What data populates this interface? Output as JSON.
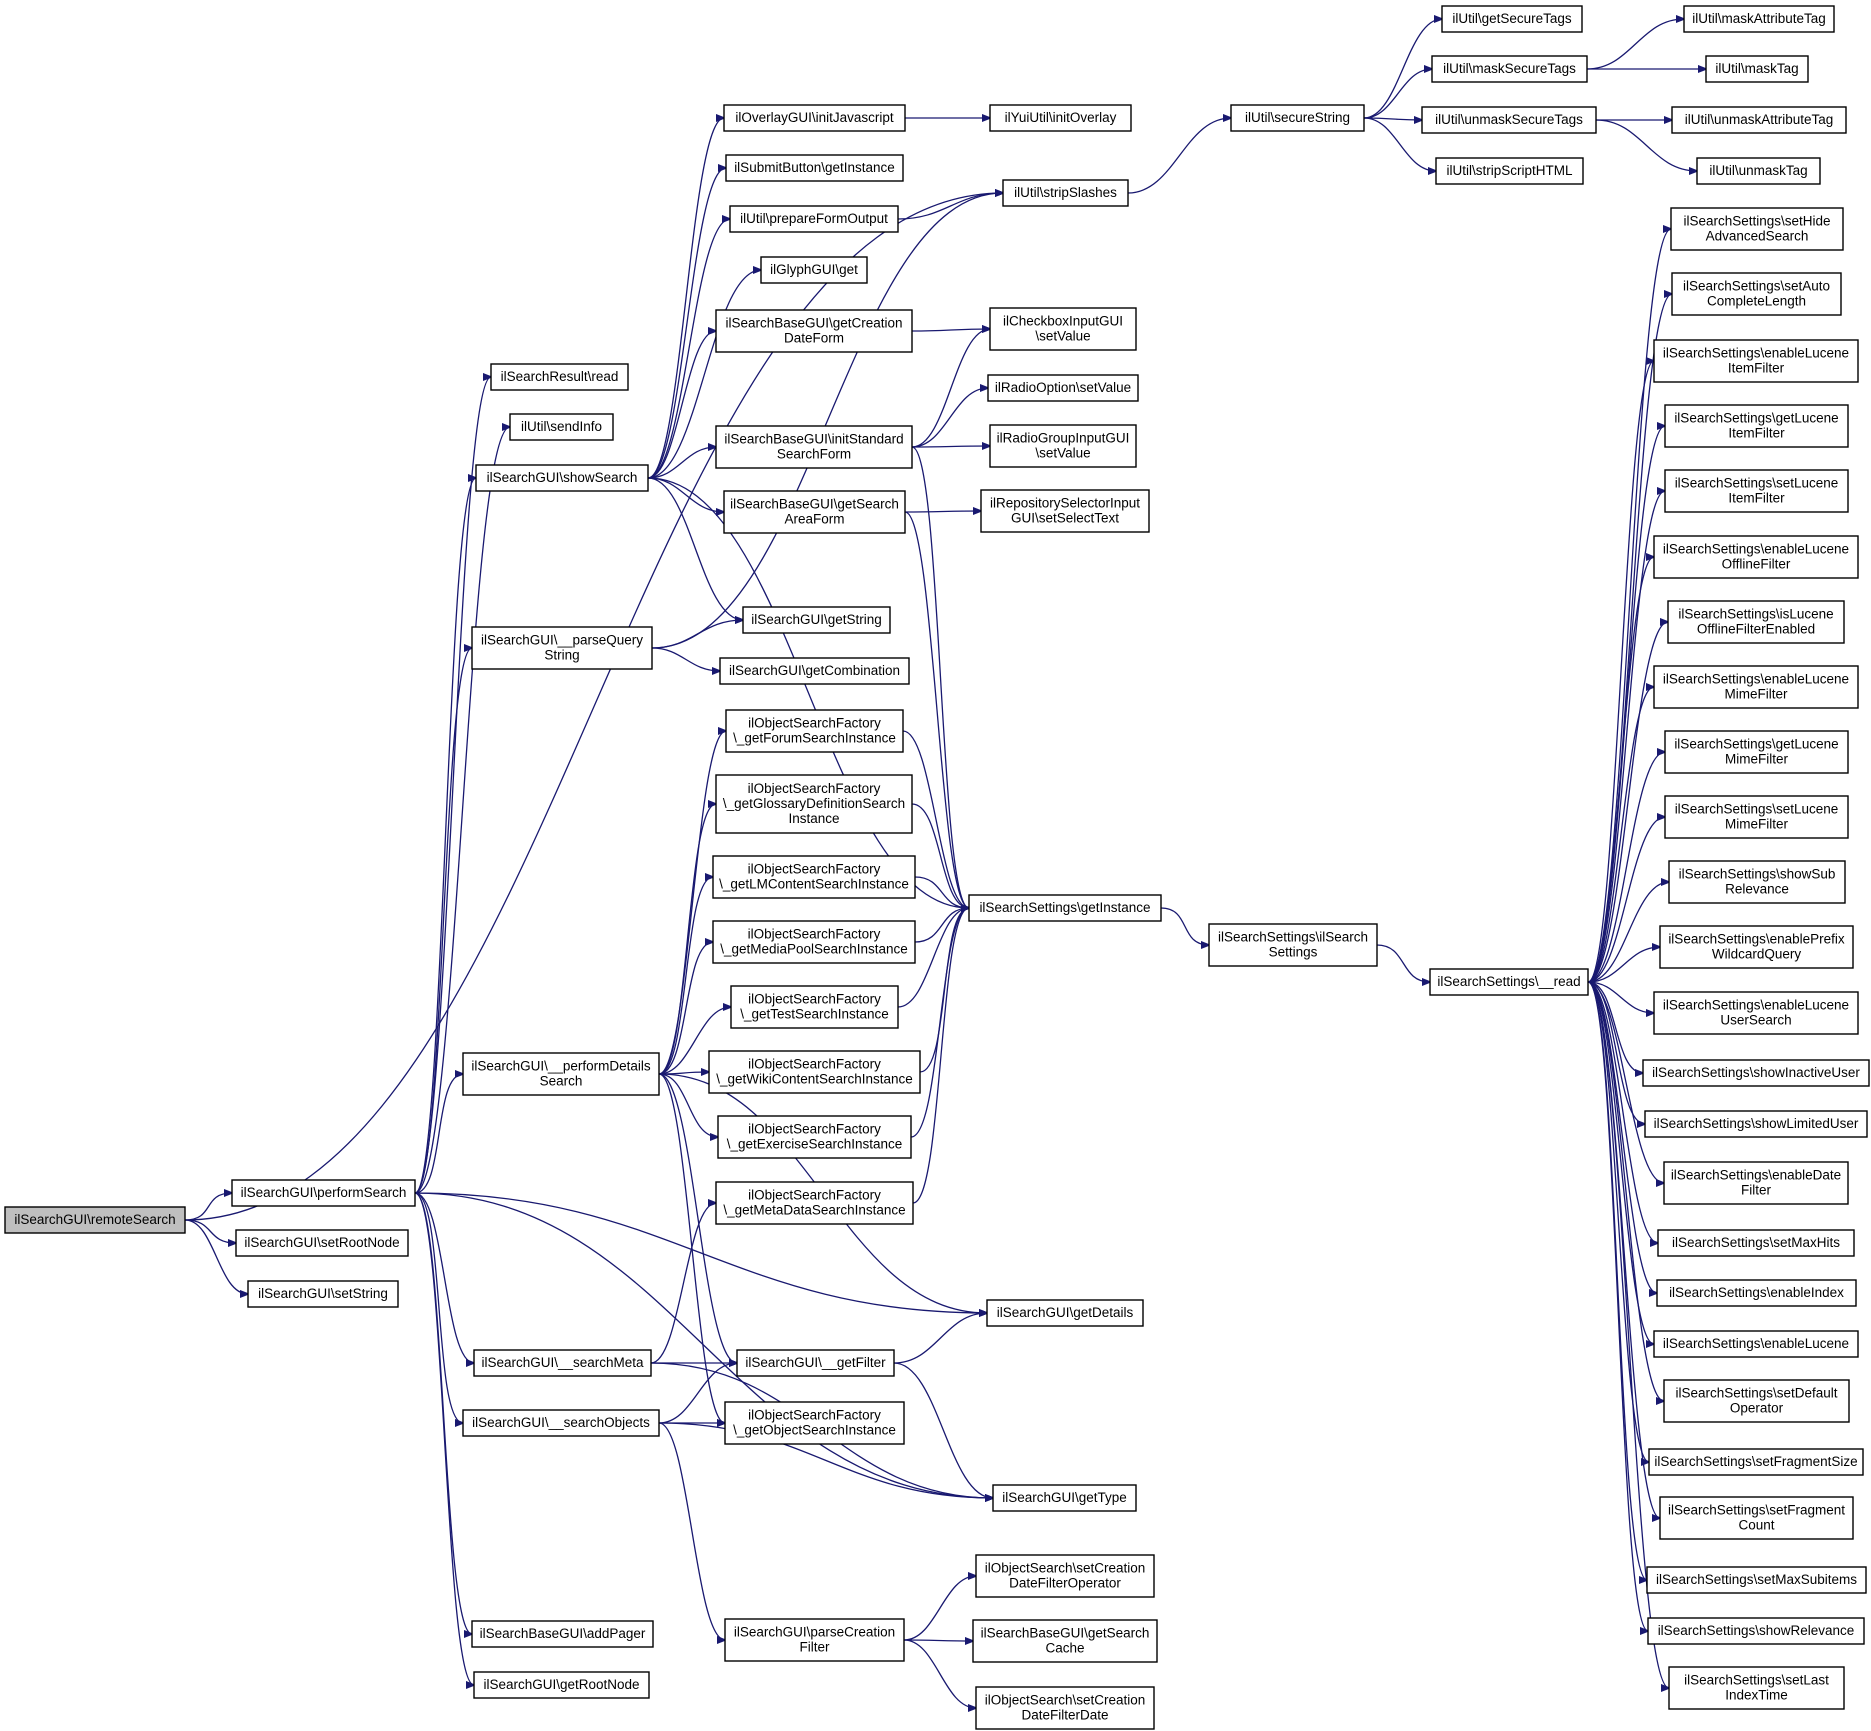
{
  "graph": {
    "nodes": [
      {
        "id": "remoteSearch",
        "lines": [
          "ilSearchGUI\\remoteSearch"
        ],
        "root": true
      },
      {
        "id": "performSearch",
        "lines": [
          "ilSearchGUI\\performSearch"
        ]
      },
      {
        "id": "setRootNode",
        "lines": [
          "ilSearchGUI\\setRootNode"
        ]
      },
      {
        "id": "setString",
        "lines": [
          "ilSearchGUI\\setString"
        ]
      },
      {
        "id": "searchResultRead",
        "lines": [
          "ilSearchResult\\read"
        ]
      },
      {
        "id": "sendInfo",
        "lines": [
          "ilUtil\\sendInfo"
        ]
      },
      {
        "id": "showSearch",
        "lines": [
          "ilSearchGUI\\showSearch"
        ]
      },
      {
        "id": "parseQueryString",
        "lines": [
          "ilSearchGUI\\__parseQuery",
          "String"
        ]
      },
      {
        "id": "performDetailsSearch",
        "lines": [
          "ilSearchGUI\\__performDetails",
          "Search"
        ]
      },
      {
        "id": "searchMeta",
        "lines": [
          "ilSearchGUI\\__searchMeta"
        ]
      },
      {
        "id": "searchObjects",
        "lines": [
          "ilSearchGUI\\__searchObjects"
        ]
      },
      {
        "id": "addPager",
        "lines": [
          "ilSearchBaseGUI\\addPager"
        ]
      },
      {
        "id": "getRootNode",
        "lines": [
          "ilSearchGUI\\getRootNode"
        ]
      },
      {
        "id": "initJavascript",
        "lines": [
          "ilOverlayGUI\\initJavascript"
        ]
      },
      {
        "id": "submitButton",
        "lines": [
          "ilSubmitButton\\getInstance"
        ]
      },
      {
        "id": "prepareFormOutput",
        "lines": [
          "ilUtil\\prepareFormOutput"
        ]
      },
      {
        "id": "glyphGet",
        "lines": [
          "ilGlyphGUI\\get"
        ]
      },
      {
        "id": "getCreationDateForm",
        "lines": [
          "ilSearchBaseGUI\\getCreation",
          "DateForm"
        ]
      },
      {
        "id": "initStandardSearchForm",
        "lines": [
          "ilSearchBaseGUI\\initStandard",
          "SearchForm"
        ]
      },
      {
        "id": "getSearchAreaForm",
        "lines": [
          "ilSearchBaseGUI\\getSearch",
          "AreaForm"
        ]
      },
      {
        "id": "getStringNode",
        "lines": [
          "ilSearchGUI\\getString"
        ]
      },
      {
        "id": "getCombination",
        "lines": [
          "ilSearchGUI\\getCombination"
        ]
      },
      {
        "id": "forumFactory",
        "lines": [
          "ilObjectSearchFactory",
          "\\_getForumSearchInstance"
        ]
      },
      {
        "id": "glossaryFactory",
        "lines": [
          "ilObjectSearchFactory",
          "\\_getGlossaryDefinitionSearch",
          "Instance"
        ]
      },
      {
        "id": "lmFactory",
        "lines": [
          "ilObjectSearchFactory",
          "\\_getLMContentSearchInstance"
        ]
      },
      {
        "id": "mediaPoolFactory",
        "lines": [
          "ilObjectSearchFactory",
          "\\_getMediaPoolSearchInstance"
        ]
      },
      {
        "id": "testFactory",
        "lines": [
          "ilObjectSearchFactory",
          "\\_getTestSearchInstance"
        ]
      },
      {
        "id": "wikiFactory",
        "lines": [
          "ilObjectSearchFactory",
          "\\_getWikiContentSearchInstance"
        ]
      },
      {
        "id": "exerciseFactory",
        "lines": [
          "ilObjectSearchFactory",
          "\\_getExerciseSearchInstance"
        ]
      },
      {
        "id": "metaDataFactory",
        "lines": [
          "ilObjectSearchFactory",
          "\\_getMetaDataSearchInstance"
        ]
      },
      {
        "id": "getFilter",
        "lines": [
          "ilSearchGUI\\__getFilter"
        ]
      },
      {
        "id": "objectFactory",
        "lines": [
          "ilObjectSearchFactory",
          "\\_getObjectSearchInstance"
        ]
      },
      {
        "id": "parseCreationFilter",
        "lines": [
          "ilSearchGUI\\parseCreation",
          "Filter"
        ]
      },
      {
        "id": "initOverlay",
        "lines": [
          "ilYuiUtil\\initOverlay"
        ]
      },
      {
        "id": "stripSlashes",
        "lines": [
          "ilUtil\\stripSlashes"
        ]
      },
      {
        "id": "checkboxSetValue",
        "lines": [
          "ilCheckboxInputGUI",
          "\\setValue"
        ]
      },
      {
        "id": "radioOptionSetValue",
        "lines": [
          "ilRadioOption\\setValue"
        ]
      },
      {
        "id": "radioGroupSetValue",
        "lines": [
          "ilRadioGroupInputGUI",
          "\\setValue"
        ]
      },
      {
        "id": "repoSelector",
        "lines": [
          "ilRepositorySelectorInput",
          "GUI\\setSelectText"
        ]
      },
      {
        "id": "settingsGetInstance",
        "lines": [
          "ilSearchSettings\\getInstance"
        ]
      },
      {
        "id": "getDetails",
        "lines": [
          "ilSearchGUI\\getDetails"
        ]
      },
      {
        "id": "getType",
        "lines": [
          "ilSearchGUI\\getType"
        ]
      },
      {
        "id": "setCreationDateFilterOperator",
        "lines": [
          "ilObjectSearch\\setCreation",
          "DateFilterOperator"
        ]
      },
      {
        "id": "getSearchCache",
        "lines": [
          "ilSearchBaseGUI\\getSearch",
          "Cache"
        ]
      },
      {
        "id": "setCreationDateFilterDate",
        "lines": [
          "ilObjectSearch\\setCreation",
          "DateFilterDate"
        ]
      },
      {
        "id": "secureString",
        "lines": [
          "ilUtil\\secureString"
        ]
      },
      {
        "id": "ilSearchSettingsCtor",
        "lines": [
          "ilSearchSettings\\ilSearch",
          "Settings"
        ]
      },
      {
        "id": "getSecureTags",
        "lines": [
          "ilUtil\\getSecureTags"
        ]
      },
      {
        "id": "maskSecureTags",
        "lines": [
          "ilUtil\\maskSecureTags"
        ]
      },
      {
        "id": "unmaskSecureTags",
        "lines": [
          "ilUtil\\unmaskSecureTags"
        ]
      },
      {
        "id": "stripScriptHTML",
        "lines": [
          "ilUtil\\stripScriptHTML"
        ]
      },
      {
        "id": "settingsRead",
        "lines": [
          "ilSearchSettings\\__read"
        ]
      },
      {
        "id": "maskAttributeTag",
        "lines": [
          "ilUtil\\maskAttributeTag"
        ]
      },
      {
        "id": "maskTag",
        "lines": [
          "ilUtil\\maskTag"
        ]
      },
      {
        "id": "unmaskAttributeTag",
        "lines": [
          "ilUtil\\unmaskAttributeTag"
        ]
      },
      {
        "id": "unmaskTag",
        "lines": [
          "ilUtil\\unmaskTag"
        ]
      },
      {
        "id": "setHideAdvancedSearch",
        "lines": [
          "ilSearchSettings\\setHide",
          "AdvancedSearch"
        ]
      },
      {
        "id": "setAutoCompleteLength",
        "lines": [
          "ilSearchSettings\\setAuto",
          "CompleteLength"
        ]
      },
      {
        "id": "enableLuceneItemFilter",
        "lines": [
          "ilSearchSettings\\enableLucene",
          "ItemFilter"
        ]
      },
      {
        "id": "getLuceneItemFilter",
        "lines": [
          "ilSearchSettings\\getLucene",
          "ItemFilter"
        ]
      },
      {
        "id": "setLuceneItemFilter",
        "lines": [
          "ilSearchSettings\\setLucene",
          "ItemFilter"
        ]
      },
      {
        "id": "enableLuceneOfflineFilter",
        "lines": [
          "ilSearchSettings\\enableLucene",
          "OfflineFilter"
        ]
      },
      {
        "id": "isLuceneOfflineFilterEnabled",
        "lines": [
          "ilSearchSettings\\isLucene",
          "OfflineFilterEnabled"
        ]
      },
      {
        "id": "enableLuceneMimeFilter",
        "lines": [
          "ilSearchSettings\\enableLucene",
          "MimeFilter"
        ]
      },
      {
        "id": "getLuceneMimeFilter",
        "lines": [
          "ilSearchSettings\\getLucene",
          "MimeFilter"
        ]
      },
      {
        "id": "setLuceneMimeFilter",
        "lines": [
          "ilSearchSettings\\setLucene",
          "MimeFilter"
        ]
      },
      {
        "id": "showSubRelevance",
        "lines": [
          "ilSearchSettings\\showSub",
          "Relevance"
        ]
      },
      {
        "id": "enablePrefixWildcardQuery",
        "lines": [
          "ilSearchSettings\\enablePrefix",
          "WildcardQuery"
        ]
      },
      {
        "id": "enableLuceneUserSearch",
        "lines": [
          "ilSearchSettings\\enableLucene",
          "UserSearch"
        ]
      },
      {
        "id": "showInactiveUser",
        "lines": [
          "ilSearchSettings\\showInactiveUser"
        ]
      },
      {
        "id": "showLimitedUser",
        "lines": [
          "ilSearchSettings\\showLimitedUser"
        ]
      },
      {
        "id": "enableDateFilter",
        "lines": [
          "ilSearchSettings\\enableDate",
          "Filter"
        ]
      },
      {
        "id": "setMaxHits",
        "lines": [
          "ilSearchSettings\\setMaxHits"
        ]
      },
      {
        "id": "enableIndex",
        "lines": [
          "ilSearchSettings\\enableIndex"
        ]
      },
      {
        "id": "enableLucene",
        "lines": [
          "ilSearchSettings\\enableLucene"
        ]
      },
      {
        "id": "setDefaultOperator",
        "lines": [
          "ilSearchSettings\\setDefault",
          "Operator"
        ]
      },
      {
        "id": "setFragmentSize",
        "lines": [
          "ilSearchSettings\\setFragmentSize"
        ]
      },
      {
        "id": "setFragmentCount",
        "lines": [
          "ilSearchSettings\\setFragment",
          "Count"
        ]
      },
      {
        "id": "setMaxSubitems",
        "lines": [
          "ilSearchSettings\\setMaxSubitems"
        ]
      },
      {
        "id": "showRelevance",
        "lines": [
          "ilSearchSettings\\showRelevance"
        ]
      },
      {
        "id": "setLastIndexTime",
        "lines": [
          "ilSearchSettings\\setLast",
          "IndexTime"
        ]
      }
    ],
    "edges": [
      [
        "remoteSearch",
        "performSearch"
      ],
      [
        "remoteSearch",
        "setRootNode"
      ],
      [
        "remoteSearch",
        "setString"
      ],
      [
        "remoteSearch",
        "stripSlashes"
      ],
      [
        "performSearch",
        "searchResultRead"
      ],
      [
        "performSearch",
        "sendInfo"
      ],
      [
        "performSearch",
        "showSearch"
      ],
      [
        "performSearch",
        "parseQueryString"
      ],
      [
        "performSearch",
        "performDetailsSearch"
      ],
      [
        "performSearch",
        "getDetails"
      ],
      [
        "performSearch",
        "searchMeta"
      ],
      [
        "performSearch",
        "searchObjects"
      ],
      [
        "performSearch",
        "getType"
      ],
      [
        "performSearch",
        "addPager"
      ],
      [
        "performSearch",
        "getRootNode"
      ],
      [
        "showSearch",
        "initJavascript"
      ],
      [
        "showSearch",
        "submitButton"
      ],
      [
        "showSearch",
        "prepareFormOutput"
      ],
      [
        "showSearch",
        "glyphGet"
      ],
      [
        "showSearch",
        "getCreationDateForm"
      ],
      [
        "showSearch",
        "initStandardSearchForm"
      ],
      [
        "showSearch",
        "getSearchAreaForm"
      ],
      [
        "showSearch",
        "getStringNode"
      ],
      [
        "showSearch",
        "settingsGetInstance"
      ],
      [
        "parseQueryString",
        "stripSlashes"
      ],
      [
        "parseQueryString",
        "getStringNode"
      ],
      [
        "parseQueryString",
        "getCombination"
      ],
      [
        "initJavascript",
        "initOverlay"
      ],
      [
        "prepareFormOutput",
        "stripSlashes"
      ],
      [
        "getCreationDateForm",
        "checkboxSetValue"
      ],
      [
        "initStandardSearchForm",
        "checkboxSetValue"
      ],
      [
        "initStandardSearchForm",
        "radioOptionSetValue"
      ],
      [
        "initStandardSearchForm",
        "radioGroupSetValue"
      ],
      [
        "initStandardSearchForm",
        "settingsGetInstance"
      ],
      [
        "getSearchAreaForm",
        "repoSelector"
      ],
      [
        "getSearchAreaForm",
        "settingsGetInstance"
      ],
      [
        "performDetailsSearch",
        "forumFactory"
      ],
      [
        "performDetailsSearch",
        "glossaryFactory"
      ],
      [
        "performDetailsSearch",
        "lmFactory"
      ],
      [
        "performDetailsSearch",
        "mediaPoolFactory"
      ],
      [
        "performDetailsSearch",
        "testFactory"
      ],
      [
        "performDetailsSearch",
        "wikiFactory"
      ],
      [
        "performDetailsSearch",
        "exerciseFactory"
      ],
      [
        "performDetailsSearch",
        "getDetails"
      ],
      [
        "performDetailsSearch",
        "getFilter"
      ],
      [
        "performDetailsSearch",
        "objectFactory"
      ],
      [
        "forumFactory",
        "settingsGetInstance"
      ],
      [
        "glossaryFactory",
        "settingsGetInstance"
      ],
      [
        "lmFactory",
        "settingsGetInstance"
      ],
      [
        "mediaPoolFactory",
        "settingsGetInstance"
      ],
      [
        "testFactory",
        "settingsGetInstance"
      ],
      [
        "wikiFactory",
        "settingsGetInstance"
      ],
      [
        "exerciseFactory",
        "settingsGetInstance"
      ],
      [
        "metaDataFactory",
        "settingsGetInstance"
      ],
      [
        "searchMeta",
        "metaDataFactory"
      ],
      [
        "searchMeta",
        "getFilter"
      ],
      [
        "searchMeta",
        "getType"
      ],
      [
        "searchObjects",
        "getFilter"
      ],
      [
        "searchObjects",
        "objectFactory"
      ],
      [
        "searchObjects",
        "getType"
      ],
      [
        "searchObjects",
        "parseCreationFilter"
      ],
      [
        "getFilter",
        "getDetails"
      ],
      [
        "getFilter",
        "getType"
      ],
      [
        "parseCreationFilter",
        "setCreationDateFilterOperator"
      ],
      [
        "parseCreationFilter",
        "getSearchCache"
      ],
      [
        "parseCreationFilter",
        "setCreationDateFilterDate"
      ],
      [
        "stripSlashes",
        "secureString"
      ],
      [
        "settingsGetInstance",
        "ilSearchSettingsCtor"
      ],
      [
        "ilSearchSettingsCtor",
        "settingsRead"
      ],
      [
        "secureString",
        "getSecureTags"
      ],
      [
        "secureString",
        "maskSecureTags"
      ],
      [
        "secureString",
        "unmaskSecureTags"
      ],
      [
        "secureString",
        "stripScriptHTML"
      ],
      [
        "maskSecureTags",
        "maskAttributeTag"
      ],
      [
        "maskSecureTags",
        "maskTag"
      ],
      [
        "unmaskSecureTags",
        "unmaskAttributeTag"
      ],
      [
        "unmaskSecureTags",
        "unmaskTag"
      ],
      [
        "settingsRead",
        "setHideAdvancedSearch"
      ],
      [
        "settingsRead",
        "setAutoCompleteLength"
      ],
      [
        "settingsRead",
        "enableLuceneItemFilter"
      ],
      [
        "settingsRead",
        "getLuceneItemFilter"
      ],
      [
        "settingsRead",
        "setLuceneItemFilter"
      ],
      [
        "settingsRead",
        "enableLuceneOfflineFilter"
      ],
      [
        "settingsRead",
        "isLuceneOfflineFilterEnabled"
      ],
      [
        "settingsRead",
        "enableLuceneMimeFilter"
      ],
      [
        "settingsRead",
        "getLuceneMimeFilter"
      ],
      [
        "settingsRead",
        "setLuceneMimeFilter"
      ],
      [
        "settingsRead",
        "showSubRelevance"
      ],
      [
        "settingsRead",
        "enablePrefixWildcardQuery"
      ],
      [
        "settingsRead",
        "enableLuceneUserSearch"
      ],
      [
        "settingsRead",
        "showInactiveUser"
      ],
      [
        "settingsRead",
        "showLimitedUser"
      ],
      [
        "settingsRead",
        "enableDateFilter"
      ],
      [
        "settingsRead",
        "setMaxHits"
      ],
      [
        "settingsRead",
        "enableIndex"
      ],
      [
        "settingsRead",
        "enableLucene"
      ],
      [
        "settingsRead",
        "setDefaultOperator"
      ],
      [
        "settingsRead",
        "setFragmentSize"
      ],
      [
        "settingsRead",
        "setFragmentCount"
      ],
      [
        "settingsRead",
        "setMaxSubitems"
      ],
      [
        "settingsRead",
        "showRelevance"
      ],
      [
        "settingsRead",
        "setLastIndexTime"
      ]
    ]
  },
  "colors": {
    "edge": "#191970",
    "root_fill": "#bfbfbf",
    "node_fill": "#ffffff",
    "node_border": "#000000"
  }
}
